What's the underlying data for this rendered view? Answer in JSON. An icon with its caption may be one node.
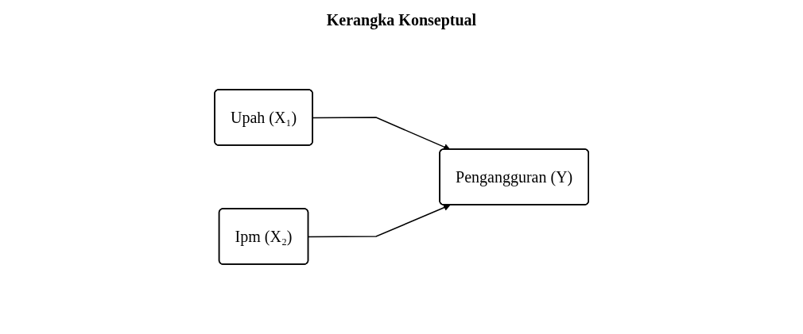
{
  "diagram": {
    "title": "Kerangka Konseptual",
    "nodes": [
      {
        "text": [
          "Upah (X₁)"
        ]
      },
      {
        "text": [
          "Ipm (X₂)"
        ]
      },
      {
        "text": [
          "Pengangguran (Y)"
        ]
      }
    ],
    "edges": [
      {
        "from": 0,
        "to": 2,
        "arrow": "to"
      },
      {
        "from": 1,
        "to": 2,
        "arrow": "to"
      }
    ]
  }
}
